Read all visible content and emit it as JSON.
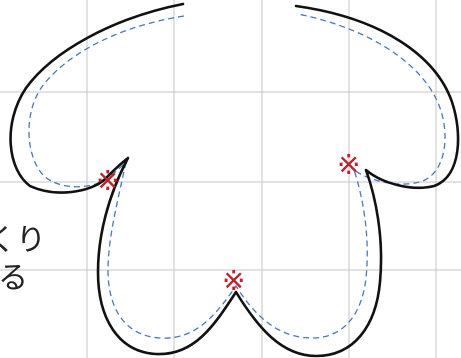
{
  "page_bg": "#ffffff",
  "grid": {
    "shown": true,
    "color": "#c4c4c4"
  },
  "outline": {
    "color": "#111111"
  },
  "seam_line": {
    "color": "#4a78b8",
    "style": "dashed"
  },
  "side_note": {
    "line1": "くり",
    "line2": "る"
  },
  "notch_marks": {
    "glyph": "※",
    "color": "#c0202a",
    "items": [
      {
        "id": "left"
      },
      {
        "id": "center"
      },
      {
        "id": "right"
      }
    ]
  }
}
